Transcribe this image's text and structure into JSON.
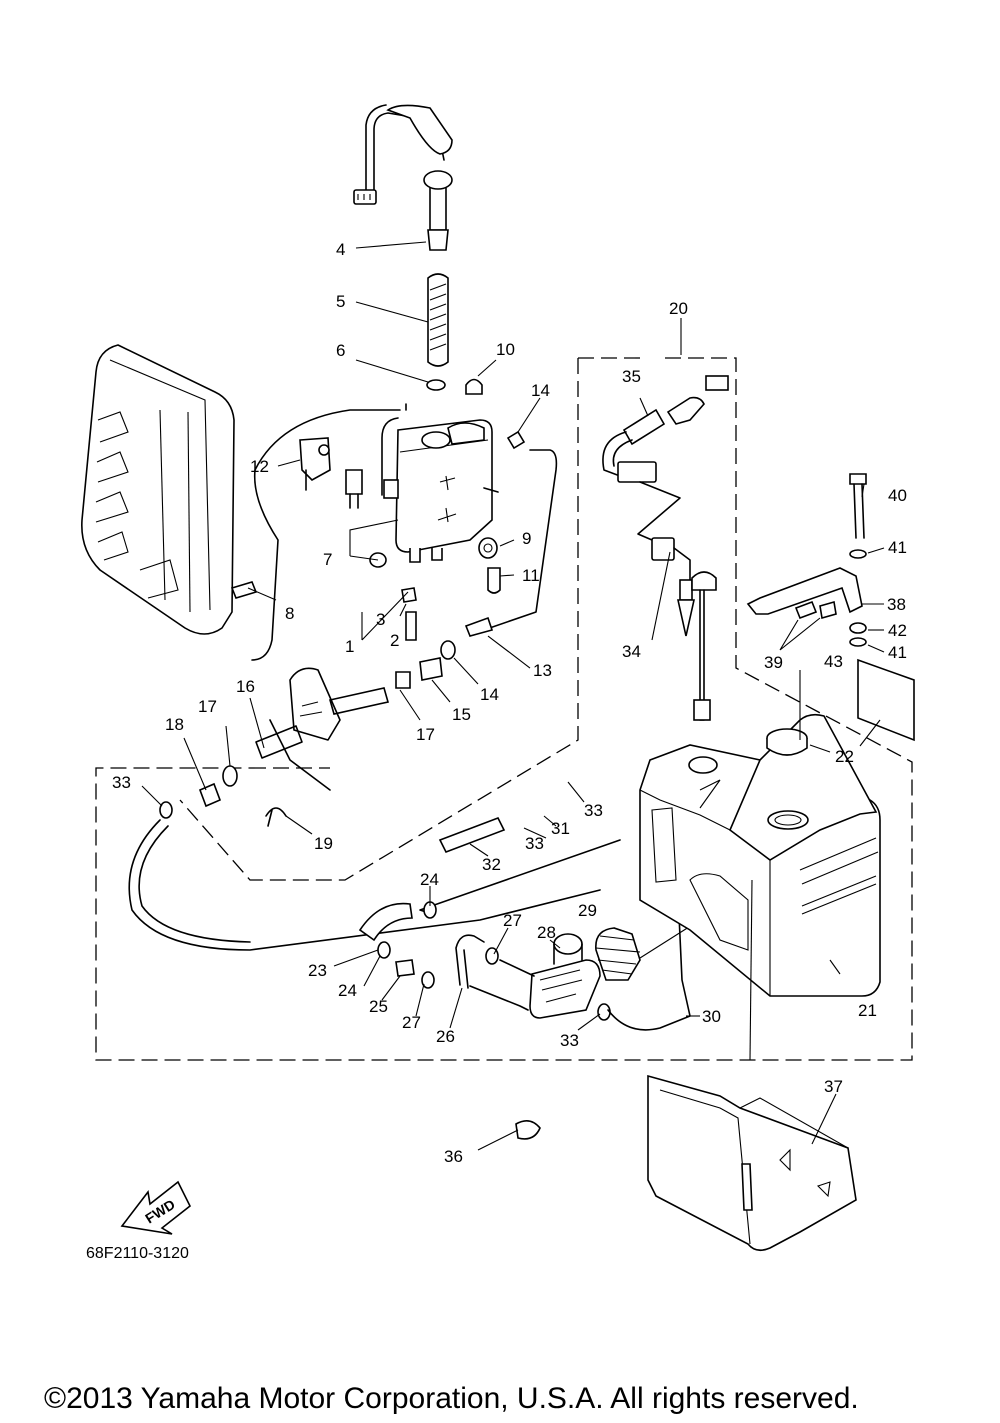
{
  "diagram": {
    "drawing_code": "68F2110-3120",
    "fwd_arrow_label": "FWD",
    "copyright": "©2013 Yamaha Motor Corporation, U.S.A. All rights reserved.",
    "labels": {
      "p1": "1",
      "p2": "2",
      "p3": "3",
      "p4": "4",
      "p5": "5",
      "p6": "6",
      "p7": "7",
      "p8": "8",
      "p9": "9",
      "p10": "10",
      "p11": "11",
      "p12": "12",
      "p13": "13",
      "p14a": "14",
      "p14b": "14",
      "p15": "15",
      "p16": "16",
      "p17a": "17",
      "p17b": "17",
      "p18": "18",
      "p19": "19",
      "p20": "20",
      "p21": "21",
      "p22": "22",
      "p23": "23",
      "p24a": "24",
      "p24b": "24",
      "p25": "25",
      "p26": "26",
      "p27a": "27",
      "p27b": "27",
      "p28": "28",
      "p29": "29",
      "p30": "30",
      "p31": "31",
      "p32": "32",
      "p33a": "33",
      "p33b": "33",
      "p33c": "33",
      "p33d": "33",
      "p34": "34",
      "p35": "35",
      "p36": "36",
      "p37": "37",
      "p38": "38",
      "p39": "39",
      "p40": "40",
      "p41a": "41",
      "p41b": "41",
      "p42": "42",
      "p43": "43"
    }
  }
}
